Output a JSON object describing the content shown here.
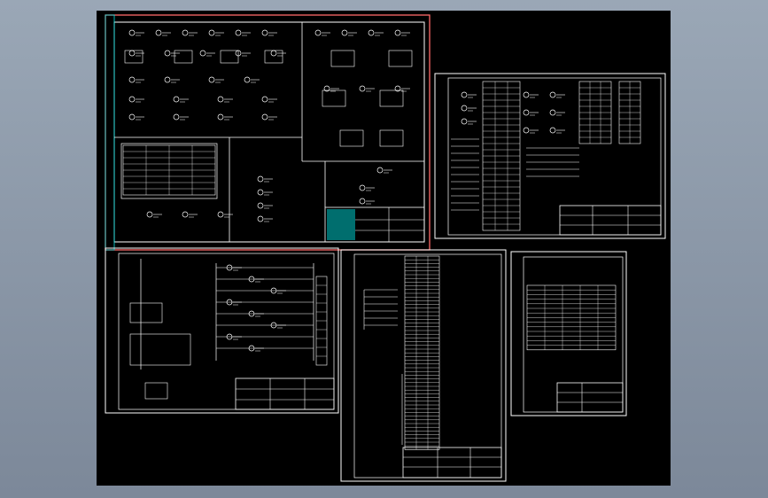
{
  "viewer": {
    "background": "#8794a4",
    "canvas_color": "#000000",
    "line_color": "#ffffff",
    "highlight_color": "#ff6a6a",
    "accent_color": "#00e0e0"
  },
  "sheets": [
    {
      "id": "sheet-1",
      "selected": true
    },
    {
      "id": "sheet-2",
      "selected": false
    },
    {
      "id": "sheet-3",
      "selected": false
    },
    {
      "id": "sheet-4",
      "selected": false
    },
    {
      "id": "sheet-5",
      "selected": false
    }
  ]
}
